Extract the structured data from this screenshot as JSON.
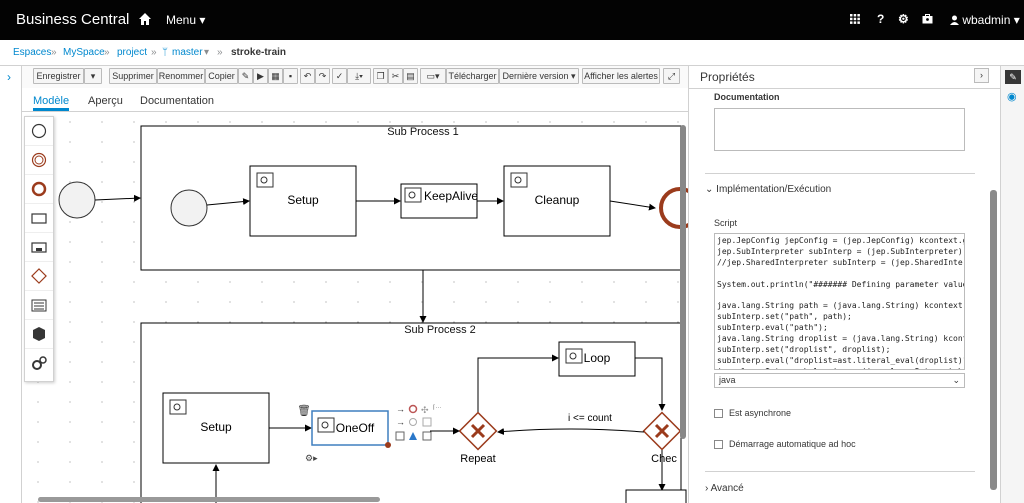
{
  "app": {
    "title": "Business Central",
    "menu_label": "Menu ▾",
    "user": "wbadmin ▾"
  },
  "breadcrumb": {
    "spaces": "Espaces",
    "space": "MySpace",
    "project": "project",
    "branch": "master",
    "asset": "stroke-train",
    "sep": "»",
    "caret": "▾"
  },
  "toolbar": {
    "save": "Enregistrer",
    "delete": "Supprimer",
    "rename": "Renommer",
    "copy": "Copier",
    "download": "Télécharger",
    "latest": "Dernière version",
    "show_alerts": "Afficher les alertes"
  },
  "tabs": {
    "model": "Modèle",
    "overview": "Aperçu",
    "docs": "Documentation"
  },
  "diagram": {
    "sub1_title": "Sub Process 1",
    "sub2_title": "Sub Process 2",
    "setup1": "Setup",
    "keepalive": "KeepAlive",
    "cleanup": "Cleanup",
    "setup2": "Setup",
    "oneoff": "OneOff",
    "loop": "Loop",
    "repeat": "Repeat",
    "check": "Chec",
    "condition": "i <= count"
  },
  "properties": {
    "title": "Propriétés",
    "documentation_label": "Documentation",
    "impl_section": "Implémentation/Exécution",
    "script_label": "Script",
    "script_lines": [
      "jep.JepConfig jepConfig = (jep.JepConfig) kcontext.getV",
      "jep.SubInterpreter subInterp = (jep.SubInterpreter) kcc",
      "//jep.SharedInterpreter subInterp = (jep.SharedInterpre",
      "",
      "System.out.println(\"####### Defining parameter values: ",
      "",
      "java.lang.String path = (java.lang.String) kcontext.get",
      "subInterp.set(\"path\", path);",
      "subInterp.eval(\"path\");",
      "java.lang.String droplist = (java.lang.String) kcontext",
      "subInterp.set(\"droplist\", droplist);",
      "subInterp.eval(\"droplist=ast.literal_eval(droplist)\");",
      "java.lang.Integer balancing = (java.lang.Integer) kcont"
    ],
    "language": "java",
    "async_label": "Est asynchrone",
    "adhoc_label": "Démarrage automatique ad hoc",
    "advanced_section": "Avancé"
  }
}
